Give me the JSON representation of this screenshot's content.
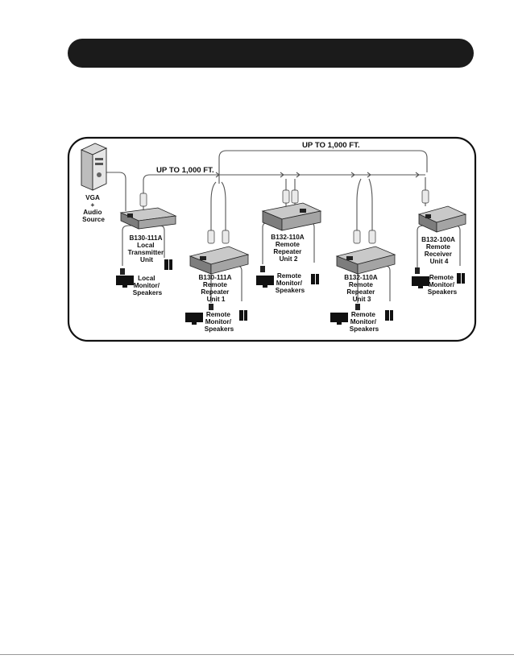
{
  "labels": {
    "up_to_1": "UP TO 1,000 FT.",
    "up_to_2": "UP TO 1,000 FT.",
    "source": [
      "VGA",
      "+",
      "Audio",
      "Source"
    ],
    "transmitter": [
      "B130-111A",
      "Local",
      "Transmitter",
      "Unit"
    ],
    "local_monitor": [
      "Local",
      "Monitor/",
      "Speakers"
    ],
    "repeater1": [
      "B130-111A",
      "Remote",
      "Repeater",
      "Unit 1"
    ],
    "remote_monitor1": [
      "Remote",
      "Monitor/",
      "Speakers"
    ],
    "repeater2": [
      "B132-110A",
      "Remote",
      "Repeater",
      "Unit 2"
    ],
    "remote_monitor2": [
      "Remote",
      "Monitor/",
      "Speakers"
    ],
    "repeater3": [
      "B132-110A",
      "Remote",
      "Repeater",
      "Unit 3"
    ],
    "remote_monitor3": [
      "Remote",
      "Monitor/",
      "Speakers"
    ],
    "receiver4": [
      "B132-100A",
      "Remote",
      "Receiver",
      "Unit 4"
    ],
    "remote_monitor4": [
      "Remote",
      "Monitor/",
      "Speakers"
    ]
  },
  "colors": {
    "title_bar": "#1b1b1b",
    "frame": "#111111",
    "cable": "#555555"
  }
}
